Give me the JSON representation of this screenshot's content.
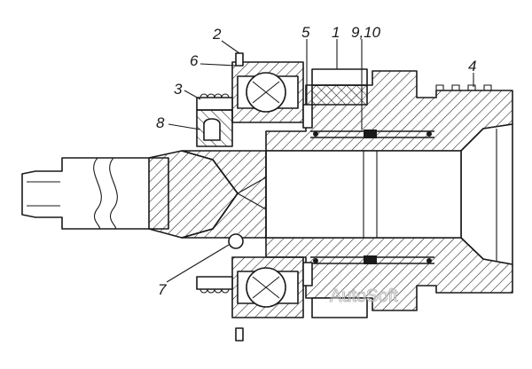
{
  "diagram": {
    "callouts": [
      {
        "id": "1",
        "text": "1"
      },
      {
        "id": "2",
        "text": "2"
      },
      {
        "id": "3",
        "text": "3"
      },
      {
        "id": "4",
        "text": "4"
      },
      {
        "id": "5",
        "text": "5"
      },
      {
        "id": "6",
        "text": "6"
      },
      {
        "id": "7",
        "text": "7"
      },
      {
        "id": "8",
        "text": "8"
      },
      {
        "id": "9_10",
        "text": "9,10"
      }
    ],
    "watermark": "AutoSoft",
    "colors": {
      "line": "#1a1a1a",
      "fill": "#ffffff",
      "hatch": "#1a1a1a",
      "watermark": "#b9b9b9"
    }
  }
}
